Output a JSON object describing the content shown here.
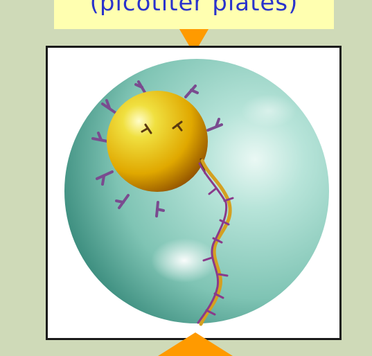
{
  "banner": {
    "text": "(picotiter plates)"
  },
  "colors": {
    "background": "#cfdab8",
    "banner": "#ffffb0",
    "banner_text": "#2a33cc",
    "arrows": "#ff9a00",
    "droplet": "#7fc4b4",
    "bead": "#e0a800",
    "dna_strand": "#d4a020",
    "dna_bases": "#8a3a8a"
  },
  "icons": {
    "droplet": "emulsion-droplet",
    "bead": "capture-bead",
    "strand": "dna-strand",
    "arrows": "flow-arrow"
  }
}
